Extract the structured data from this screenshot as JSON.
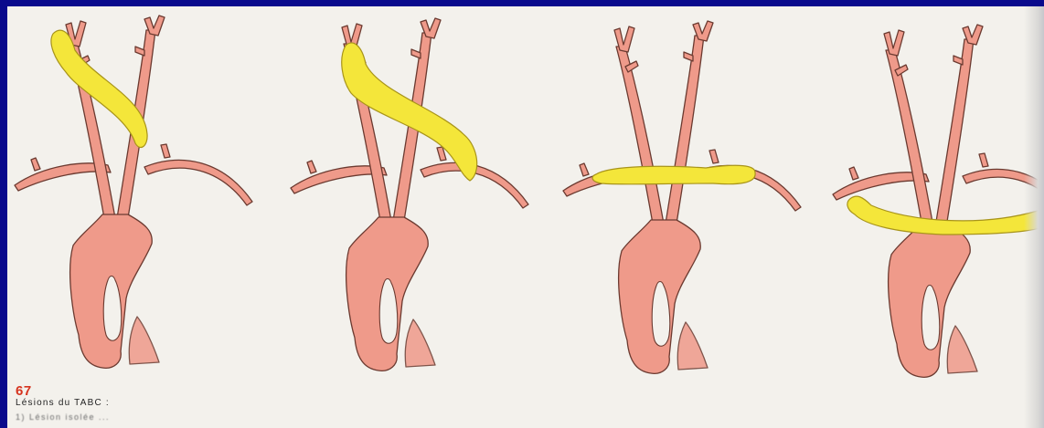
{
  "figure": {
    "number": "67",
    "title": "Lésions du TABC :",
    "subtitle": "1) Lésion isolée ..."
  },
  "panels": [
    {
      "id": 1,
      "lesion_level": "proximal-high"
    },
    {
      "id": 2,
      "lesion_level": "proximal-low"
    },
    {
      "id": 3,
      "lesion_level": "trunk"
    },
    {
      "id": 4,
      "lesion_level": "below-clavicle"
    }
  ],
  "colors": {
    "frame": "#0a0a8c",
    "paper": "#f3f1ec",
    "vessel_fill": "#ef9a8a",
    "vessel_stroke": "#6b3a30",
    "lesion_fill": "#f4e63a",
    "lesion_stroke": "#a8941a",
    "fig_number": "#d6341f"
  }
}
